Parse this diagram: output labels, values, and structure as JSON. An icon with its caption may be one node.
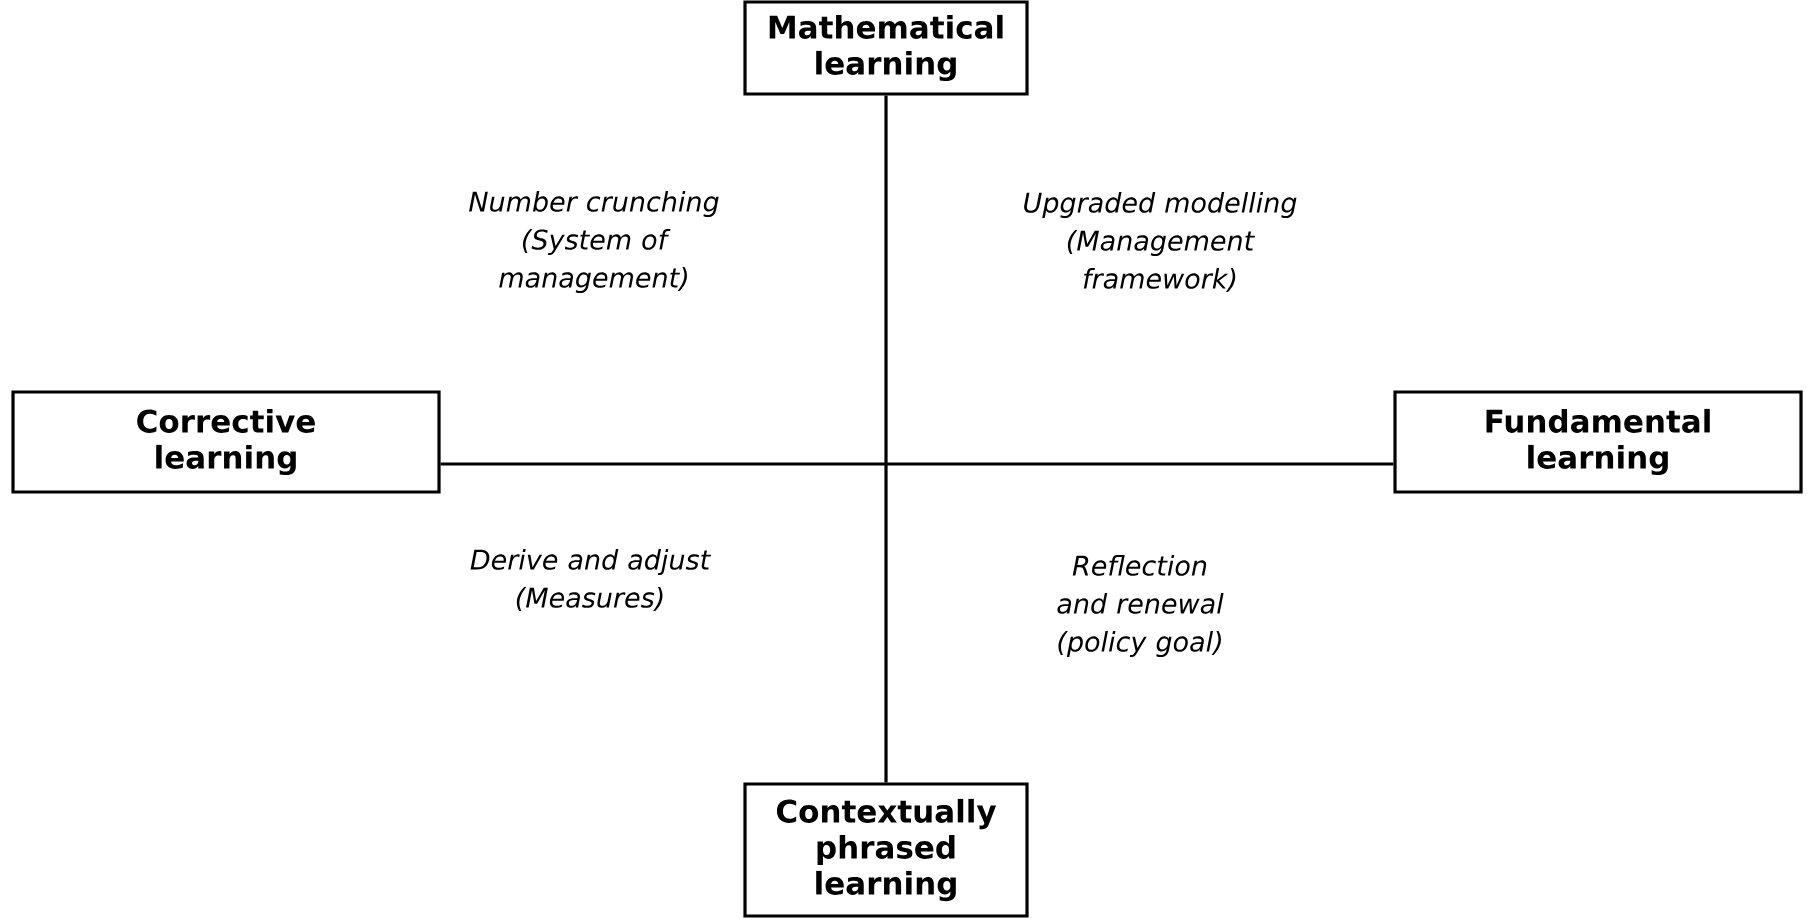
{
  "diagram": {
    "nodes": [
      {
        "text": [
          "Mathematical learning"
        ]
      },
      {
        "text": [
          "Corrective learning"
        ]
      },
      {
        "text": [
          "Fundamental learning"
        ]
      },
      {
        "text": [
          "Contextually phrased learning"
        ]
      }
    ],
    "edges": [
      {
        "from": 0,
        "to": 3,
        "arrow": "none"
      },
      {
        "from": 1,
        "to": 2,
        "arrow": "none"
      }
    ],
    "labels": [
      "Number crunching (System of management)",
      "Upgraded modelling (Management framework)",
      "Derive and adjust (Measures)",
      "Reflection and renewal (policy goal)"
    ]
  }
}
